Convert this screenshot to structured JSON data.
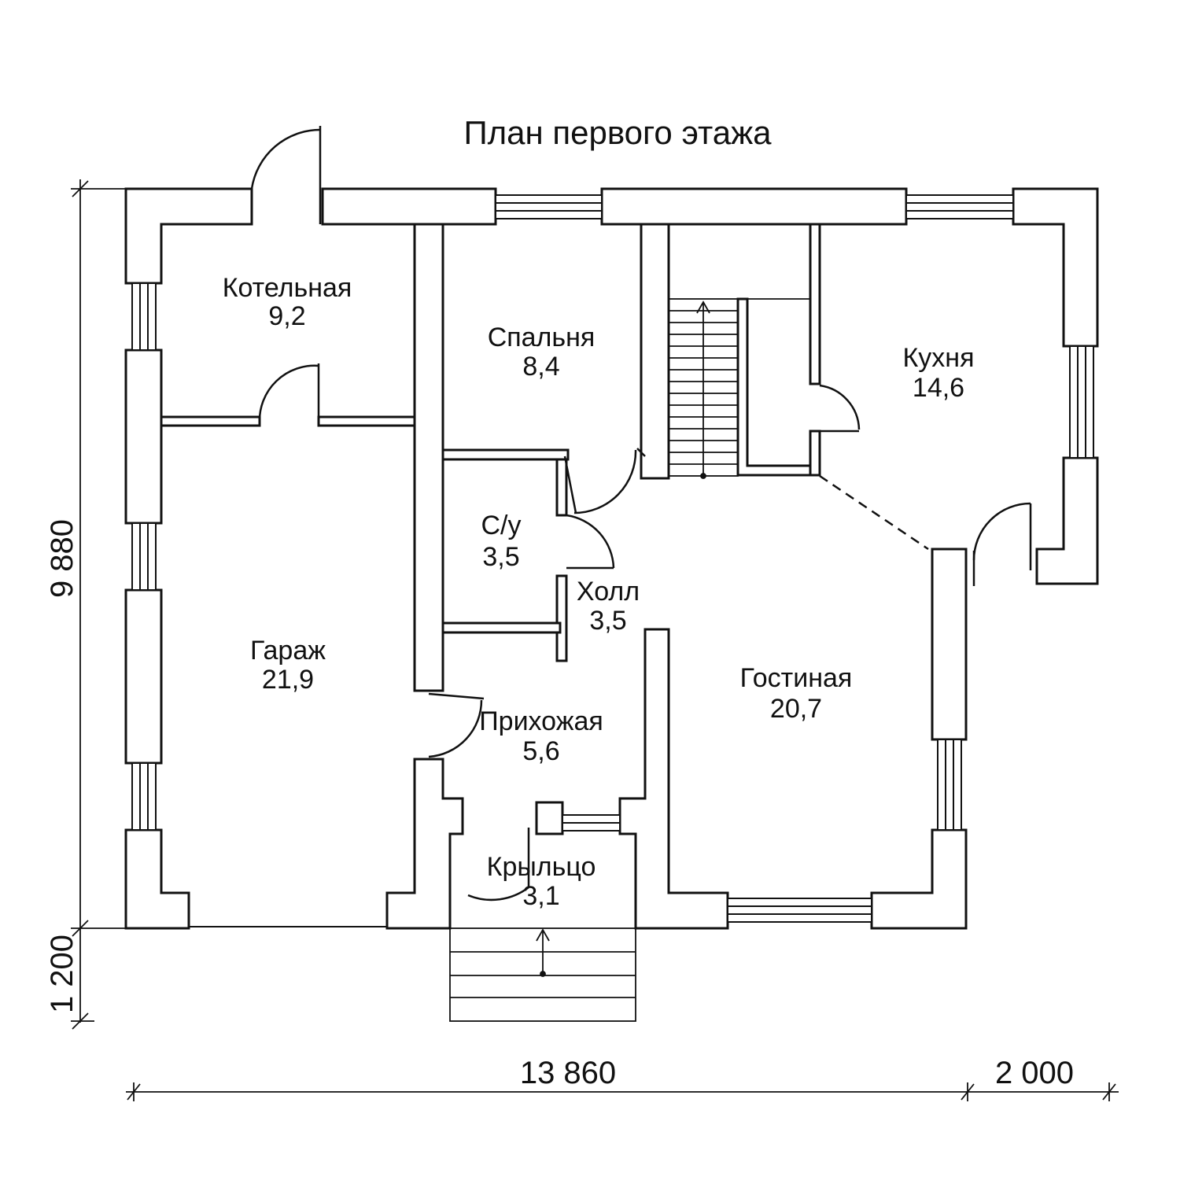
{
  "title": "План первого этажа",
  "rooms": [
    {
      "name": "Котельная",
      "area": "9,2"
    },
    {
      "name": "Спальня",
      "area": "8,4"
    },
    {
      "name": "Кухня",
      "area": "14,6"
    },
    {
      "name": "С/у",
      "area": "3,5"
    },
    {
      "name": "Холл",
      "area": "3,5"
    },
    {
      "name": "Гараж",
      "area": "21,9"
    },
    {
      "name": "Гостиная",
      "area": "20,7"
    },
    {
      "name": "Прихожая",
      "area": "5,6"
    },
    {
      "name": "Крыльцо",
      "area": "3,1"
    }
  ],
  "dimensions": {
    "height_main": "9 880",
    "height_porch": "1 200",
    "width_main": "13 860",
    "width_extra": "2 000"
  }
}
